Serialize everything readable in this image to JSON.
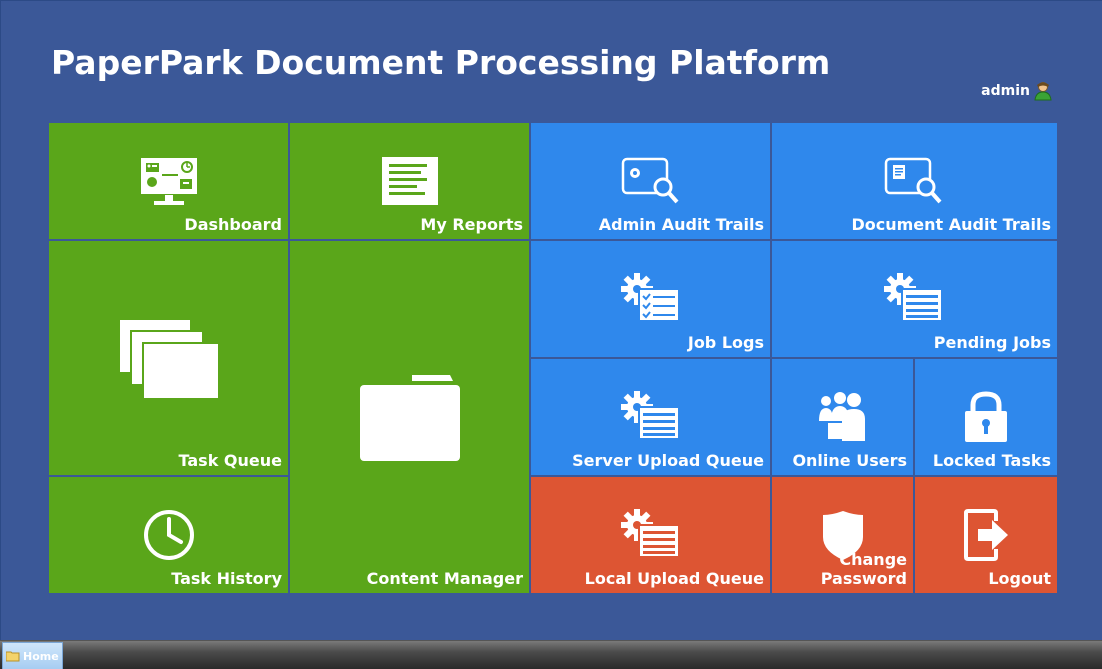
{
  "header": {
    "title": "PaperPark Document Processing Platform",
    "user": "admin",
    "user_icon": "user-icon"
  },
  "colors": {
    "background": "#3b5898",
    "green": "#5aa61a",
    "blue": "#2f88ec",
    "red": "#dd5533"
  },
  "tiles": {
    "dashboard": {
      "label": "Dashboard",
      "icon": "dashboard-icon"
    },
    "my_reports": {
      "label": "My Reports",
      "icon": "report-icon"
    },
    "admin_audit": {
      "label": "Admin Audit Trails",
      "icon": "audit-search-icon"
    },
    "document_audit": {
      "label": "Document Audit Trails",
      "icon": "document-search-icon"
    },
    "task_queue": {
      "label": "Task Queue",
      "icon": "stacked-pages-icon"
    },
    "content_manager": {
      "label": "Content Manager",
      "icon": "folder-icon"
    },
    "job_logs": {
      "label": "Job Logs",
      "icon": "gear-checklist-icon"
    },
    "pending_jobs": {
      "label": "Pending Jobs",
      "icon": "gear-list-icon"
    },
    "server_upload": {
      "label": "Server Upload Queue",
      "icon": "gear-list-icon"
    },
    "online_users": {
      "label": "Online Users",
      "icon": "users-icon"
    },
    "locked_tasks": {
      "label": "Locked Tasks",
      "icon": "lock-icon"
    },
    "task_history": {
      "label": "Task History",
      "icon": "clock-icon"
    },
    "local_upload": {
      "label": "Local Upload Queue",
      "icon": "gear-list-icon"
    },
    "change_password": {
      "label": "Change Password",
      "icon": "shield-icon"
    },
    "logout": {
      "label": "Logout",
      "icon": "logout-icon"
    }
  },
  "taskbar": {
    "home_label": "Home",
    "home_icon": "folder-icon"
  }
}
